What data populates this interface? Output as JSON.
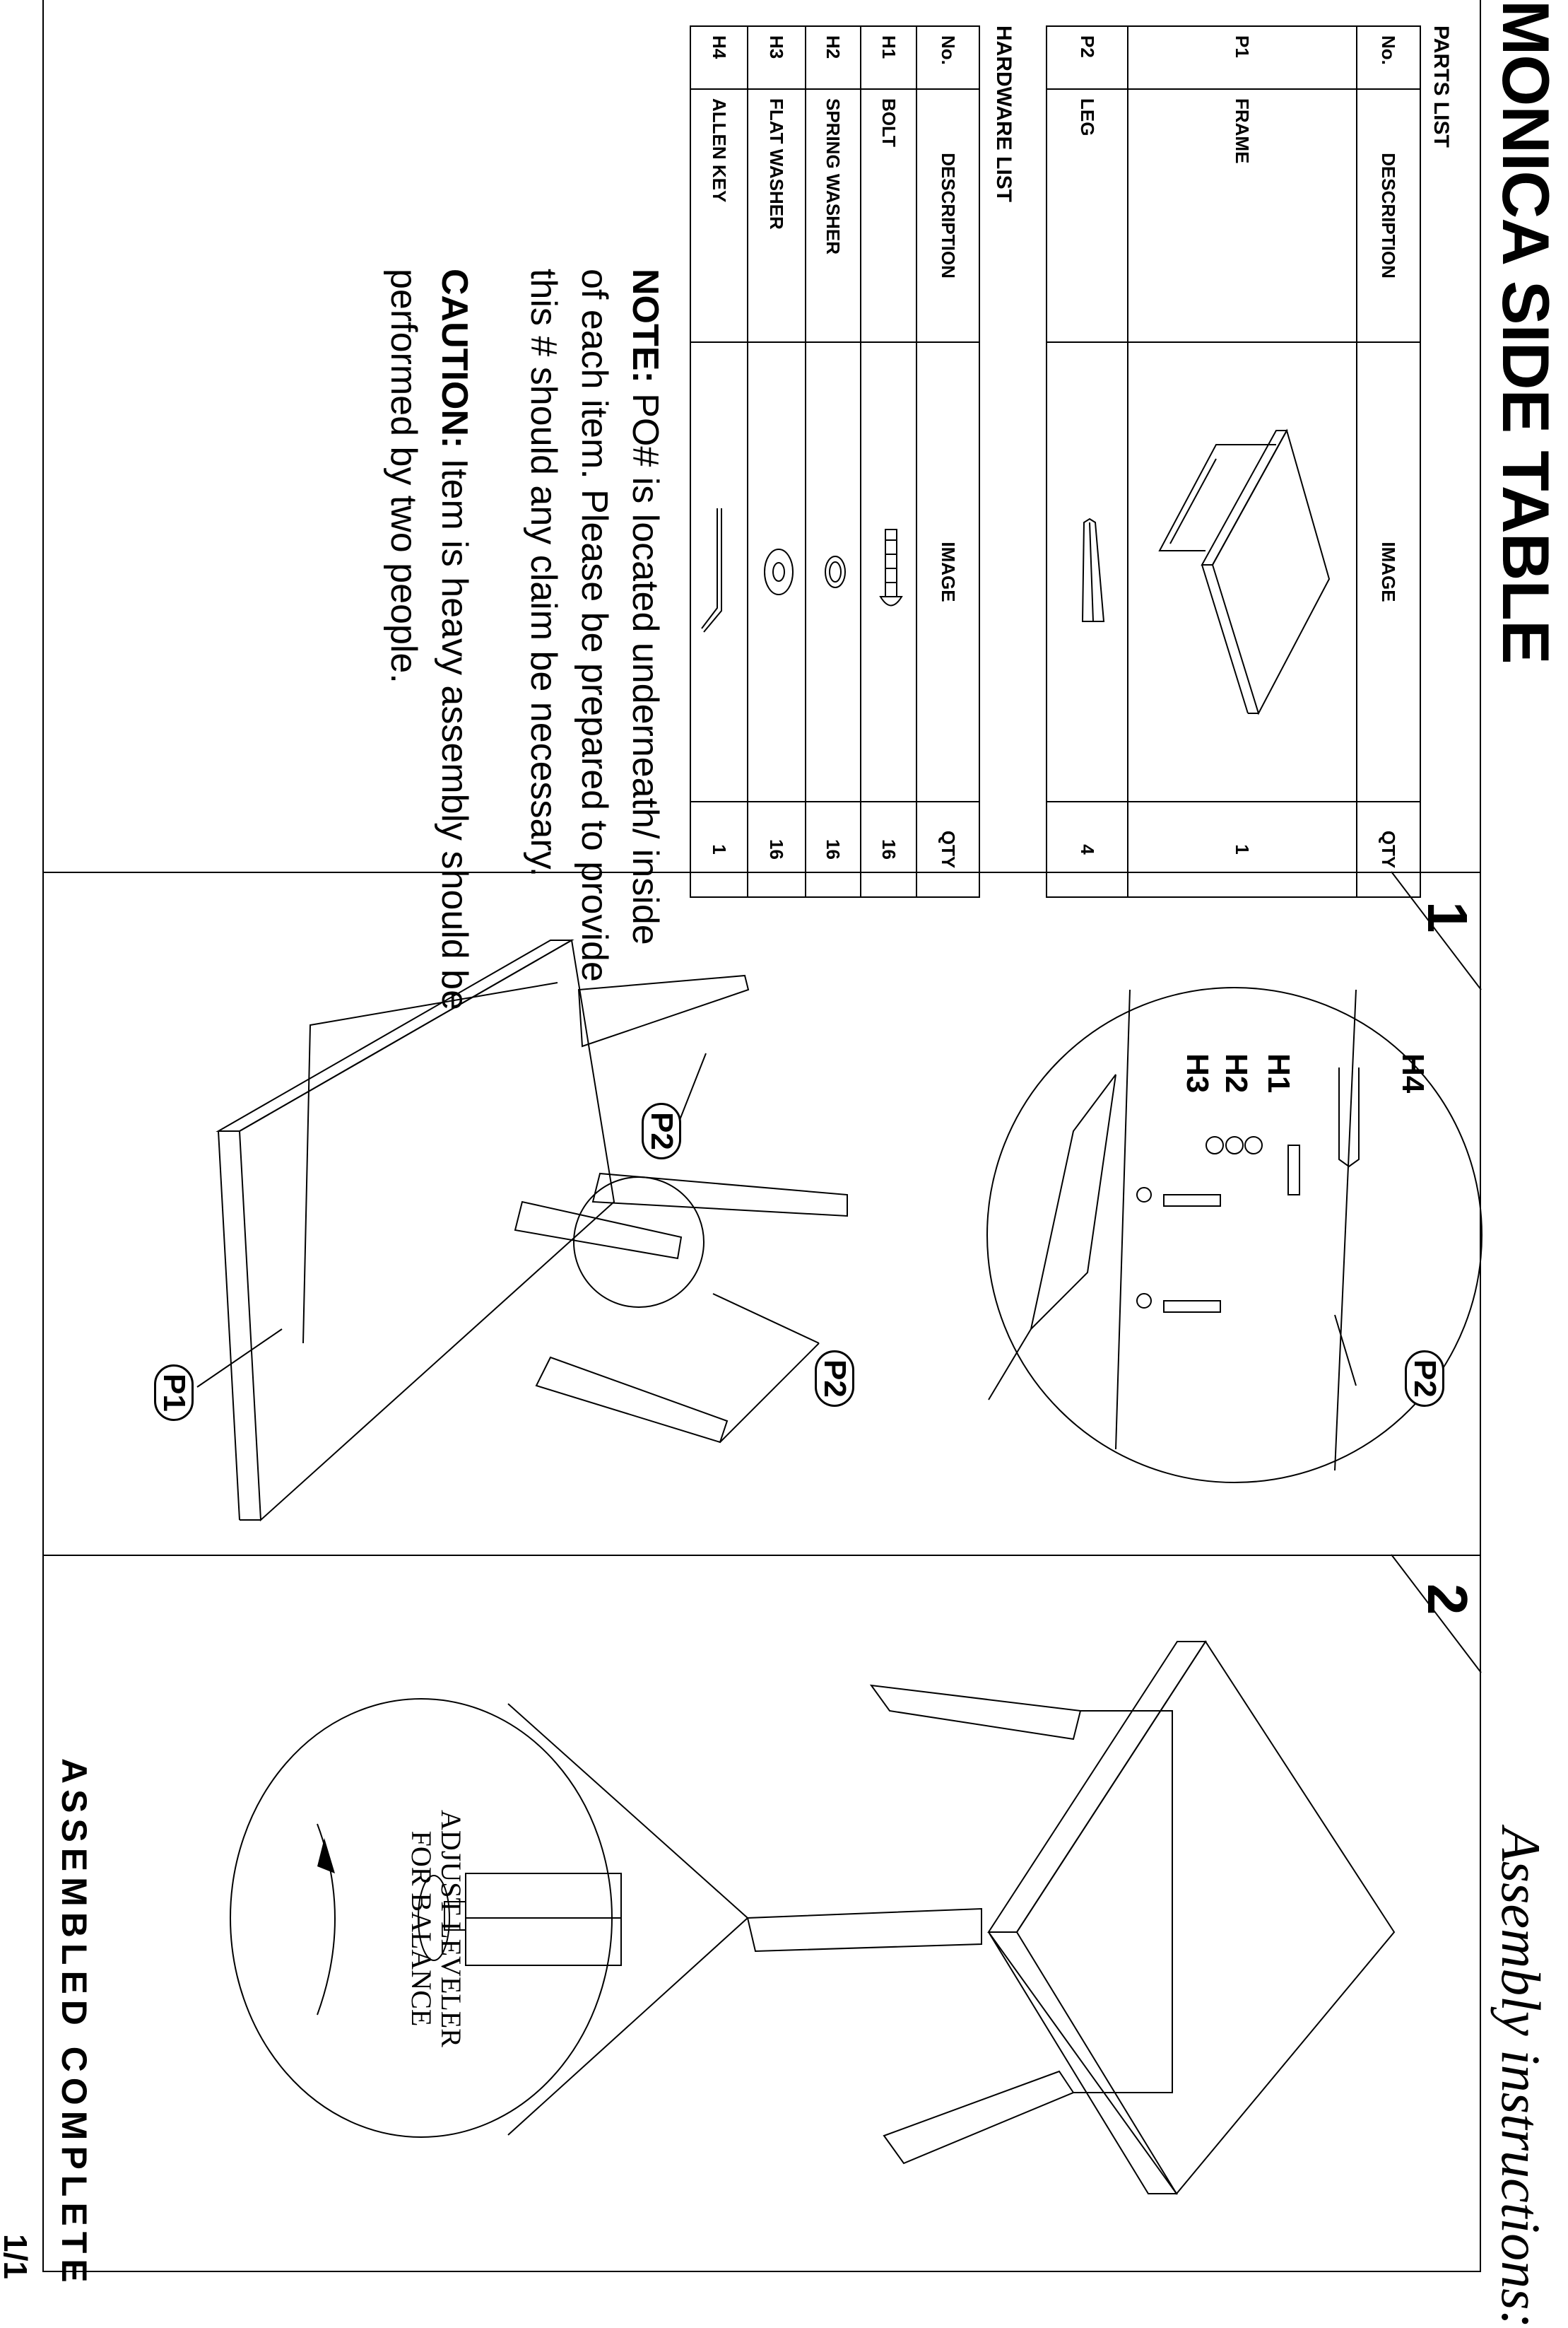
{
  "title": "MONICA SIDE TABLE",
  "subtitle": "Assembly instructions:",
  "parts_list": {
    "label": "PARTS LIST",
    "headers": [
      "No.",
      "DESCRIPTION",
      "IMAGE",
      "QTY"
    ],
    "rows": [
      {
        "no": "P1",
        "description": "FRAME",
        "image": "frame-icon",
        "qty": "1"
      },
      {
        "no": "P2",
        "description": "LEG",
        "image": "leg-icon",
        "qty": "4"
      }
    ]
  },
  "hardware_list": {
    "label": "HARDWARE LIST",
    "headers": [
      "No.",
      "DESCRIPTION",
      "IMAGE",
      "QTY"
    ],
    "rows": [
      {
        "no": "H1",
        "description": "BOLT",
        "image": "bolt-icon",
        "qty": "16"
      },
      {
        "no": "H2",
        "description": "SPRING WASHER",
        "image": "spring-washer-icon",
        "qty": "16"
      },
      {
        "no": "H3",
        "description": "FLAT WASHER",
        "image": "flat-washer-icon",
        "qty": "16"
      },
      {
        "no": "H4",
        "description": "ALLEN KEY",
        "image": "allen-key-icon",
        "qty": "1"
      }
    ]
  },
  "note": {
    "label": "NOTE:",
    "lines": [
      " PO# is located underneath/ inside",
      "of each item. Please be prepared to provide",
      "this # should any claim be necessary."
    ]
  },
  "caution": {
    "label": "CAUTION:",
    "lines": [
      " Item is heavy assembly should be",
      "performed by two people."
    ]
  },
  "step1": {
    "number": "1",
    "callouts": [
      "H4",
      "H1",
      "H2",
      "H3",
      "P2",
      "P2",
      "P2",
      "P1"
    ]
  },
  "step2": {
    "number": "2",
    "leveler_lines": [
      "ADJUST LEVELER",
      "FOR BALANCE"
    ],
    "assembled": "ASSEMBLED  COMPLETE"
  },
  "page_number": "1/1"
}
